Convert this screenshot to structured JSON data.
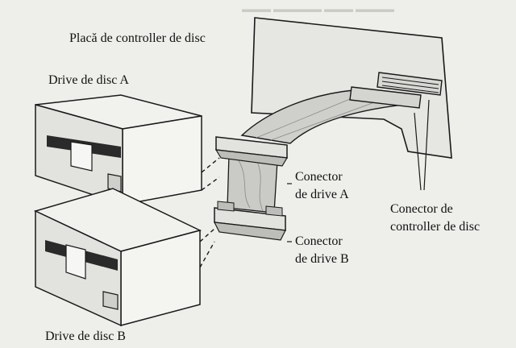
{
  "diagram": {
    "labels": {
      "controller_board": "Placă de controller de disc",
      "drive_a": "Drive de disc A",
      "drive_b": "Drive de disc B",
      "connector_a_line1": "Conector",
      "connector_a_line2": "de drive A",
      "connector_b_line1": "Conector",
      "connector_b_line2": "de drive B",
      "controller_connector_line1": "Conector de",
      "controller_connector_line2": "controller de disc"
    },
    "colors": {
      "paper": "#eeeeea",
      "ink": "#1a1a1a",
      "panel_face": "#e2e2de",
      "cable": "#c8c8c4"
    },
    "icons": [
      "floppy-drive-icon",
      "ribbon-cable-icon",
      "controller-card-icon"
    ]
  }
}
